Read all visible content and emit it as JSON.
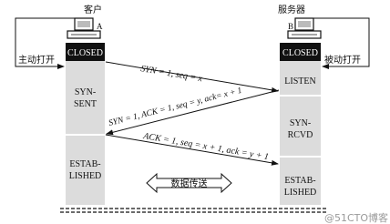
{
  "diagram": {
    "client": {
      "name": "客户",
      "letter": "A",
      "action": "主动打开",
      "states": [
        "CLOSED",
        "SYN-",
        "SENT",
        "ESTAB-",
        "LISHED"
      ]
    },
    "server": {
      "name": "服务器",
      "letter": "B",
      "action": "被动打开",
      "states": [
        "CLOSED",
        "LISTEN",
        "SYN-",
        "RCVD",
        "ESTAB-",
        "LISHED"
      ]
    },
    "messages": [
      "SYN = 1, seq = x",
      "SYN = 1, ACK = 1, seq = y, ack= x + 1",
      "ACK = 1, seq = x + 1, ack = y + 1"
    ],
    "data_transfer": "数据传送",
    "watermark": "@51CTO博客",
    "colors": {
      "closed_bg": "#111111",
      "state_bg": "#dcdcdc",
      "line": "#111111"
    }
  }
}
